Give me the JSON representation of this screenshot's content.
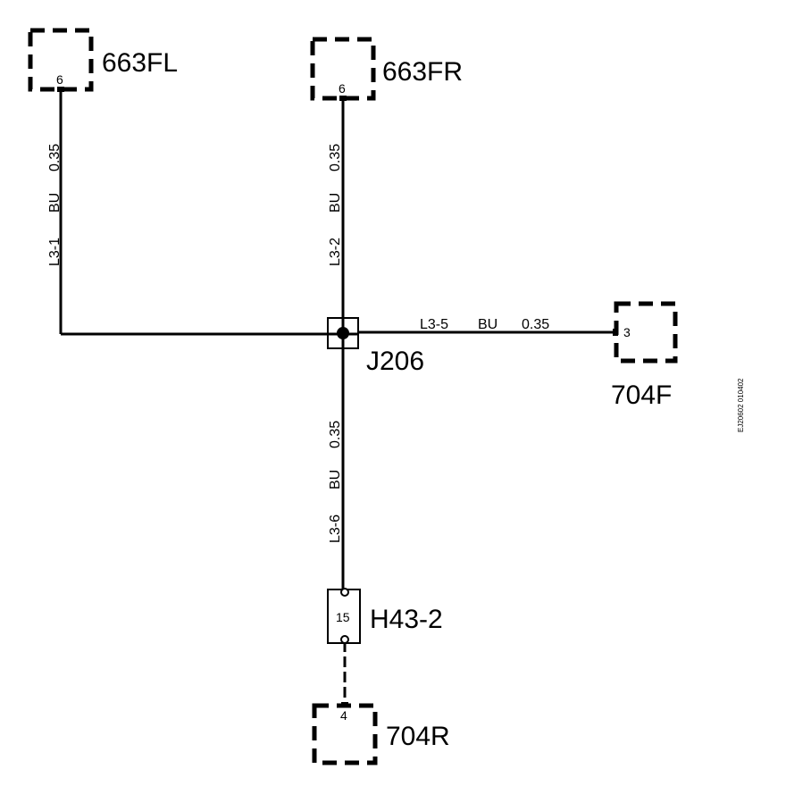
{
  "connectors": {
    "c663fl": {
      "name": "663FL",
      "pin": "6"
    },
    "c663fr": {
      "name": "663FR",
      "pin": "6"
    },
    "c704f": {
      "name": "704F",
      "pin": "3"
    },
    "c704r": {
      "name": "704R",
      "pin": "4"
    },
    "h43": {
      "name": "H43-2",
      "pin": "15"
    }
  },
  "junction": {
    "name": "J206"
  },
  "wires": {
    "w1": {
      "id": "L3-1",
      "color": "BU",
      "size": "0.35"
    },
    "w2": {
      "id": "L3-2",
      "color": "BU",
      "size": "0.35"
    },
    "w5": {
      "id": "L3-5",
      "color": "BU",
      "size": "0.35"
    },
    "w6": {
      "id": "L3-6",
      "color": "BU",
      "size": "0.35"
    }
  },
  "drawing_code": "EJ20602 010402",
  "colors": {
    "ink": "#000000",
    "background": "#ffffff"
  }
}
